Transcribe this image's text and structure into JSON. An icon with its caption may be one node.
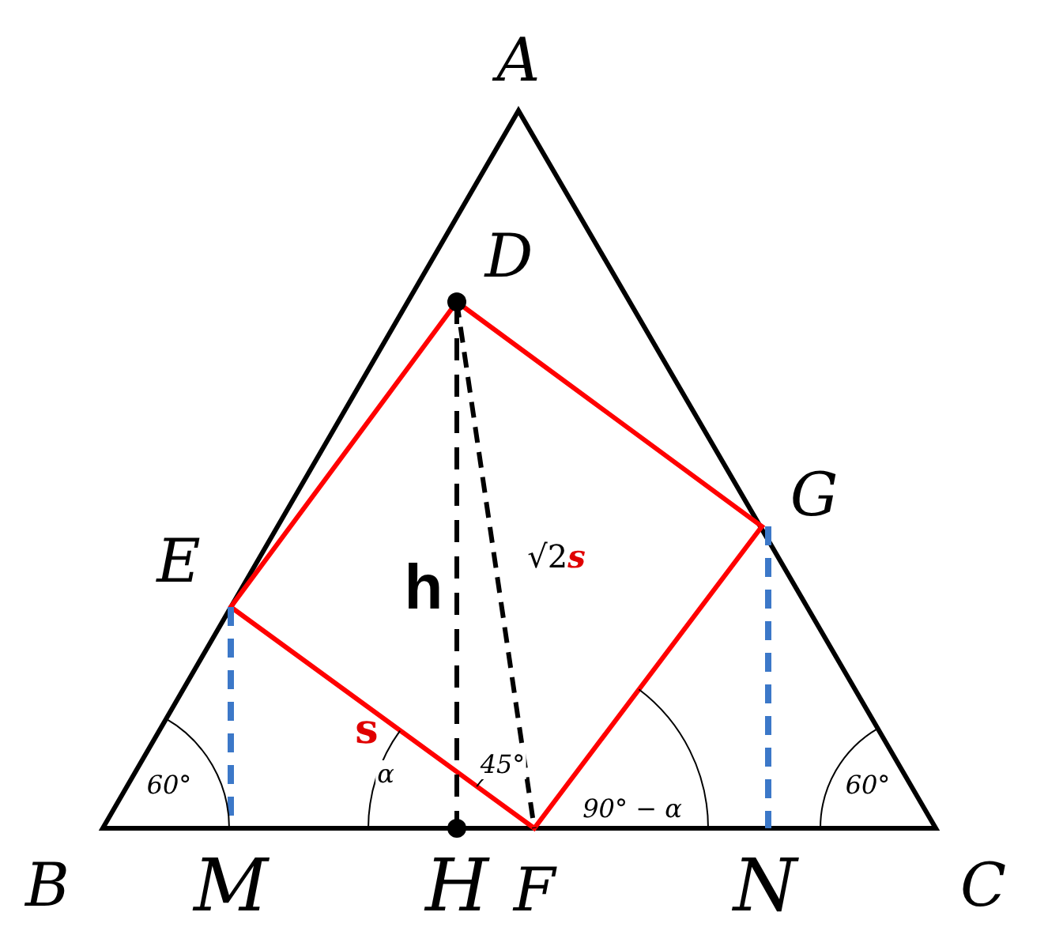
{
  "diagram": {
    "labels": [
      "A",
      "D",
      "G",
      "E",
      "h",
      "√2**s**",
      "s",
      "60°",
      "α",
      "45°",
      "90° − α",
      "60°",
      "B",
      "M",
      "H",
      "F",
      "N",
      "C"
    ]
  }
}
